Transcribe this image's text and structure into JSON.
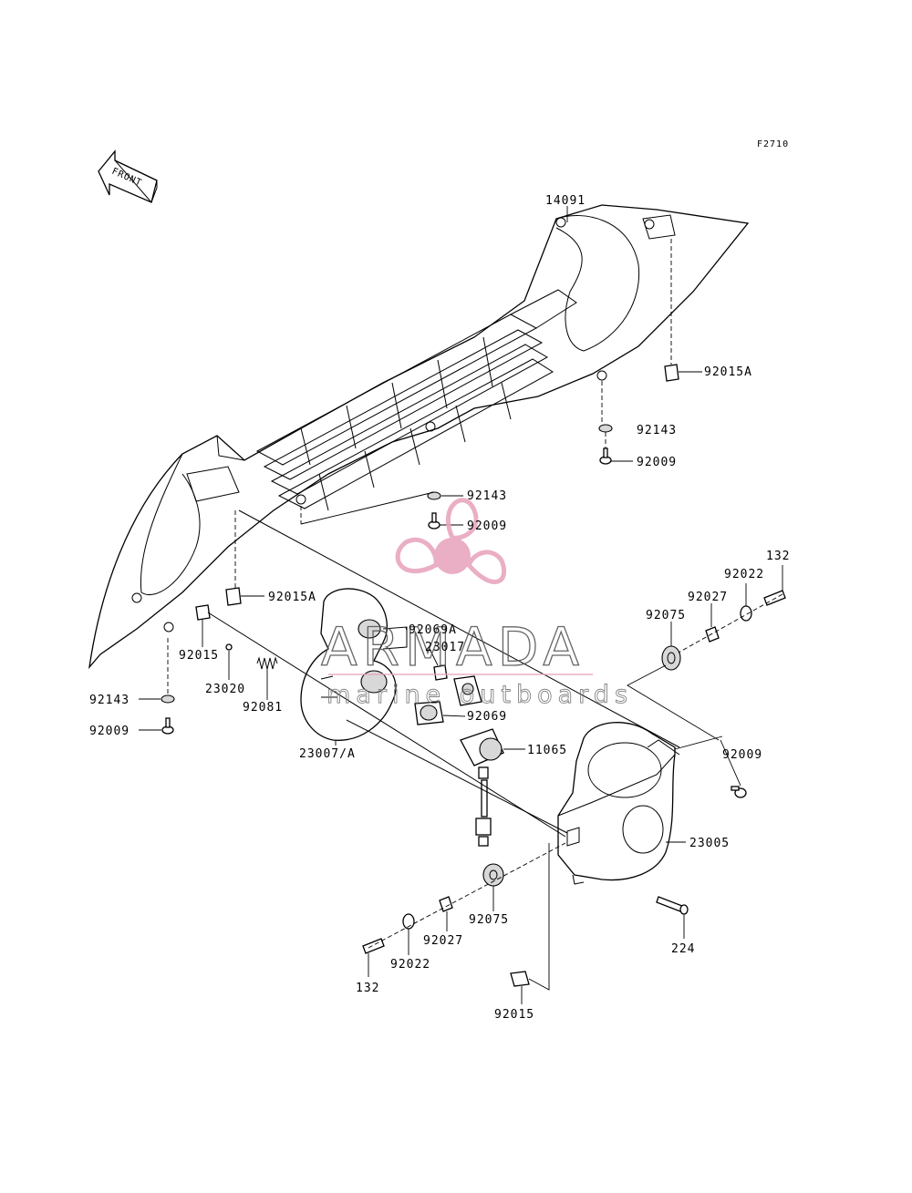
{
  "diagram_code": "F2710",
  "front_arrow_label": "FRONT",
  "watermark": {
    "title": "ARMADA",
    "subtitle": "marine outboards",
    "color": "#e8a6bf"
  },
  "callouts": [
    {
      "id": "c1",
      "text": "14091"
    },
    {
      "id": "c2",
      "text": "92015A"
    },
    {
      "id": "c3",
      "text": "92143"
    },
    {
      "id": "c4",
      "text": "92009"
    },
    {
      "id": "c5",
      "text": "92143"
    },
    {
      "id": "c6",
      "text": "92009"
    },
    {
      "id": "c7",
      "text": "132"
    },
    {
      "id": "c8",
      "text": "92022"
    },
    {
      "id": "c9",
      "text": "92027"
    },
    {
      "id": "c10",
      "text": "92075"
    },
    {
      "id": "c11",
      "text": "92015A"
    },
    {
      "id": "c12",
      "text": "92069A"
    },
    {
      "id": "c13",
      "text": "23017"
    },
    {
      "id": "c14",
      "text": "92015"
    },
    {
      "id": "c15",
      "text": "23020"
    },
    {
      "id": "c16",
      "text": "92081"
    },
    {
      "id": "c17",
      "text": "92143"
    },
    {
      "id": "c18",
      "text": "92009"
    },
    {
      "id": "c19",
      "text": "92069"
    },
    {
      "id": "c20",
      "text": "23007/A"
    },
    {
      "id": "c21",
      "text": "11065"
    },
    {
      "id": "c22",
      "text": "92009"
    },
    {
      "id": "c23",
      "text": "23005"
    },
    {
      "id": "c24",
      "text": "92075"
    },
    {
      "id": "c25",
      "text": "92027"
    },
    {
      "id": "c26",
      "text": "224"
    },
    {
      "id": "c27",
      "text": "92022"
    },
    {
      "id": "c28",
      "text": "132"
    },
    {
      "id": "c29",
      "text": "92015"
    }
  ]
}
